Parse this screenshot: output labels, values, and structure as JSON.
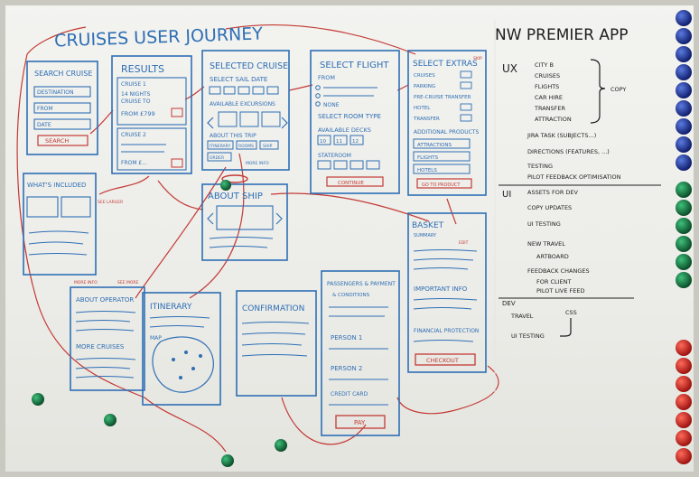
{
  "journey": {
    "title": "CRUISES USER JOURNEY",
    "screens": {
      "search": {
        "title": "SEARCH CRUISE",
        "fields": [
          "DESTINATION",
          "FROM",
          "DATE"
        ],
        "button": "SEARCH"
      },
      "results": {
        "title": "RESULTS",
        "item1": "CRUISE 1",
        "item1_lines": [
          "14 NIGHTS",
          "CRUISE TO",
          "FROM £799"
        ],
        "item2": "CRUISE 2",
        "item2_lines": [
          "FROM £..."
        ]
      },
      "whats_included": {
        "title": "WHAT'S INCLUDED"
      },
      "selected_cruise": {
        "title": "SELECTED CRUISE",
        "line1": "SELECT SAIL DATE",
        "line2": "AVAILABLE EXCURSIONS",
        "line3": "ABOUT THIS TRIP",
        "tabs": [
          "ITINERARY",
          "ROOMS",
          "SHIP"
        ],
        "button": "ORDER",
        "note": "MORE INFO"
      },
      "about_ship": {
        "title": "ABOUT SHIP"
      },
      "select_flight": {
        "title": "SELECT FLIGHT",
        "from": "FROM",
        "none": "NONE",
        "room": "SELECT ROOM TYPE",
        "decks": "AVAILABLE DECKS",
        "deck_nums": [
          "10",
          "11",
          "12"
        ],
        "staterooms": "STATEROOM",
        "button": "CONTINUE"
      },
      "select_extras": {
        "title": "SELECT EXTRAS",
        "skip": "SKIP",
        "items": [
          "CRUISES",
          "PARKING",
          "PRE-CRUISE TRANSFER",
          "HOTEL",
          "TRANSFER"
        ],
        "additional": "ADDITIONAL PRODUCTS",
        "products": [
          "ATTRACTIONS",
          "FLIGHTS",
          "HOTELS"
        ],
        "button": "GO TO PRODUCT"
      },
      "basket": {
        "title": "BASKET",
        "subtitle": "SUMMARY",
        "edit": "EDIT",
        "info": "IMPORTANT INFO",
        "notes": "FINANCIAL PROTECTION",
        "button": "CHECKOUT"
      },
      "passengers": {
        "title": "PASSENGERS & PAYMENT",
        "subtitle": "& CONDITIONS",
        "p1": "PERSON 1",
        "p2": "PERSON 2",
        "card": "CREDIT CARD",
        "button": "PAY"
      },
      "operator": {
        "title": "ABOUT OPERATOR",
        "more": "MORE CRUISES"
      },
      "itinerary": {
        "title": "ITINERARY",
        "map": "MAP"
      },
      "confirmation": {
        "title": "CONFIRMATION"
      }
    },
    "notes": {
      "see_more": "SEE LARGER",
      "more_info": "MORE INFO",
      "see_ship": "SEE MORE"
    }
  },
  "app": {
    "title": "NW PREMIER APP",
    "ux_label": "UX",
    "ux_items": [
      "CITY B",
      "CRUISES",
      "FLIGHTS",
      "CAR HIRE",
      "TRANSFER",
      "ATTRACTION"
    ],
    "brace_note": "COPY",
    "ux_tasks": [
      "JIRA TASK (SUBJECTS...)",
      "DIRECTIONS (FEATURES, ...)",
      "TESTING",
      "PILOT FEEDBACK OPTIMISATION"
    ],
    "ui_label": "UI",
    "ui_items": [
      "ASSETS FOR DEV",
      "COPY UPDATES",
      "UI TESTING",
      "NEW TRAVEL",
      "ARTBOARD",
      "FEEDBACK CHANGES",
      "FOR CLIENT",
      "PILOT LIVE FEED"
    ],
    "dev_label": "DEV",
    "dev_items": [
      "TRAVEL",
      "CSS",
      "UI TESTING"
    ]
  },
  "colors": {
    "blue": "#2e6fb5",
    "red": "#c43a35",
    "green": "#1f8a4c",
    "navy": "#1c2f8a"
  }
}
